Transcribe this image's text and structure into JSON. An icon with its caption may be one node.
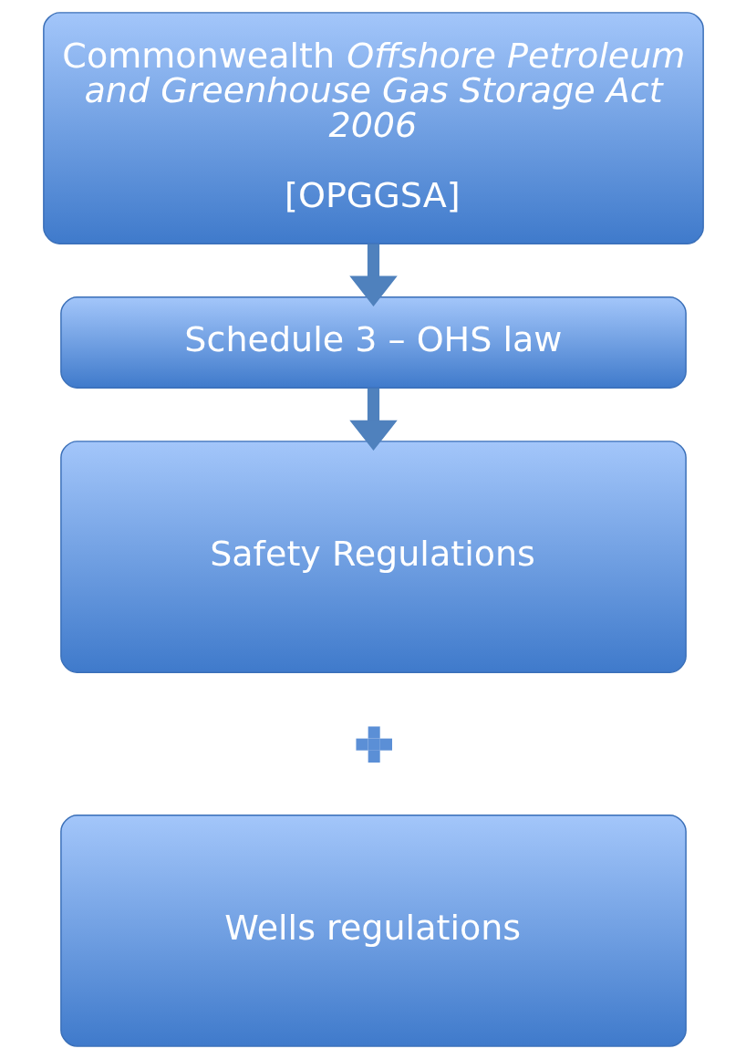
{
  "diagram": {
    "nodes": [
      {
        "text": [
          "Commonwealth *Offshore Petroleum and Greenhouse Gas Storage Act 2006*",
          "[OPGGSA]"
        ]
      },
      {
        "text": [
          "Schedule 3 – OHS law"
        ]
      },
      {
        "text": [
          "Safety Regulations"
        ]
      },
      {
        "text": [],
        "shape": "plus"
      },
      {
        "text": [
          "Wells regulations"
        ]
      }
    ],
    "edges": [
      {
        "from": 0,
        "to": 1,
        "arrow": "to"
      },
      {
        "from": 1,
        "to": 2,
        "arrow": "to"
      }
    ]
  }
}
